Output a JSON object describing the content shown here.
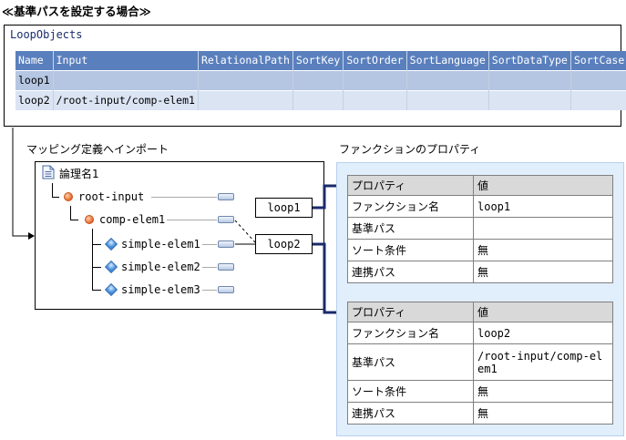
{
  "title": "≪基準パスを設定する場合≫",
  "loop_objects": {
    "title": "LoopObjects",
    "columns": [
      "Name",
      "Input",
      "RelationalPath",
      "SortKey",
      "SortOrder",
      "SortLanguage",
      "SortDataType",
      "SortCase"
    ],
    "rows": [
      [
        "loop1",
        "",
        "",
        "",
        "",
        "",
        "",
        ""
      ],
      [
        "loop2",
        "/root-input/comp-elem1",
        "",
        "",
        "",
        "",
        "",
        ""
      ]
    ]
  },
  "mapping": {
    "label": "マッピング定義へインポート",
    "logical_name": "論理名1",
    "nodes": [
      "root-input",
      "comp-elem1",
      "simple-elem1",
      "simple-elem2",
      "simple-elem3"
    ],
    "loops": [
      "loop1",
      "loop2"
    ]
  },
  "properties": {
    "label": "ファンクションのプロパティ",
    "header": [
      "プロパティ",
      "値"
    ],
    "table1": [
      [
        "ファンクション名",
        "loop1"
      ],
      [
        "基準パス",
        ""
      ],
      [
        "ソート条件",
        "無"
      ],
      [
        "連携パス",
        "無"
      ]
    ],
    "table2": [
      [
        "ファンクション名",
        "loop2"
      ],
      [
        "基準パス",
        "/root-input/comp-elem1"
      ],
      [
        "ソート条件",
        "無"
      ],
      [
        "連携パス",
        "無"
      ]
    ]
  }
}
